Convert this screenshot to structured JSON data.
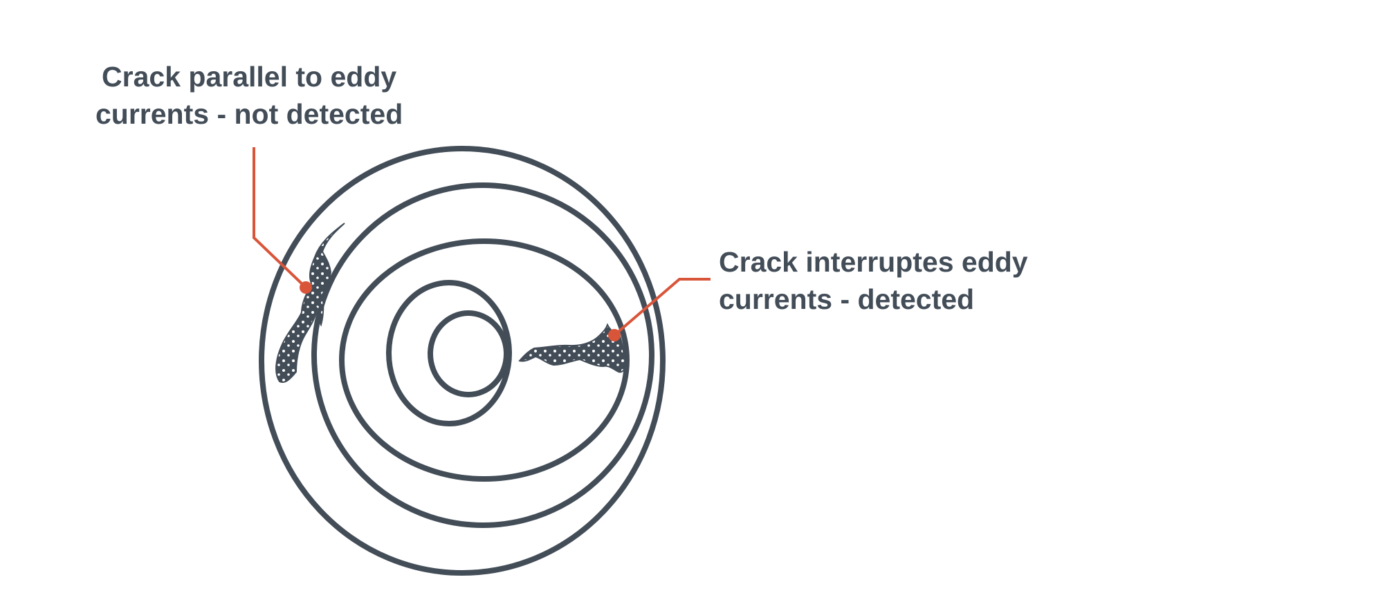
{
  "callouts": {
    "parallel": {
      "line1": "Crack parallel to eddy",
      "line2": "currents - not detected"
    },
    "interrupts": {
      "line1": "Crack interruptes eddy",
      "line2": "currents - detected"
    }
  },
  "colors": {
    "ink": "#434d58",
    "accent": "#d9553a",
    "background": "#ffffff"
  }
}
